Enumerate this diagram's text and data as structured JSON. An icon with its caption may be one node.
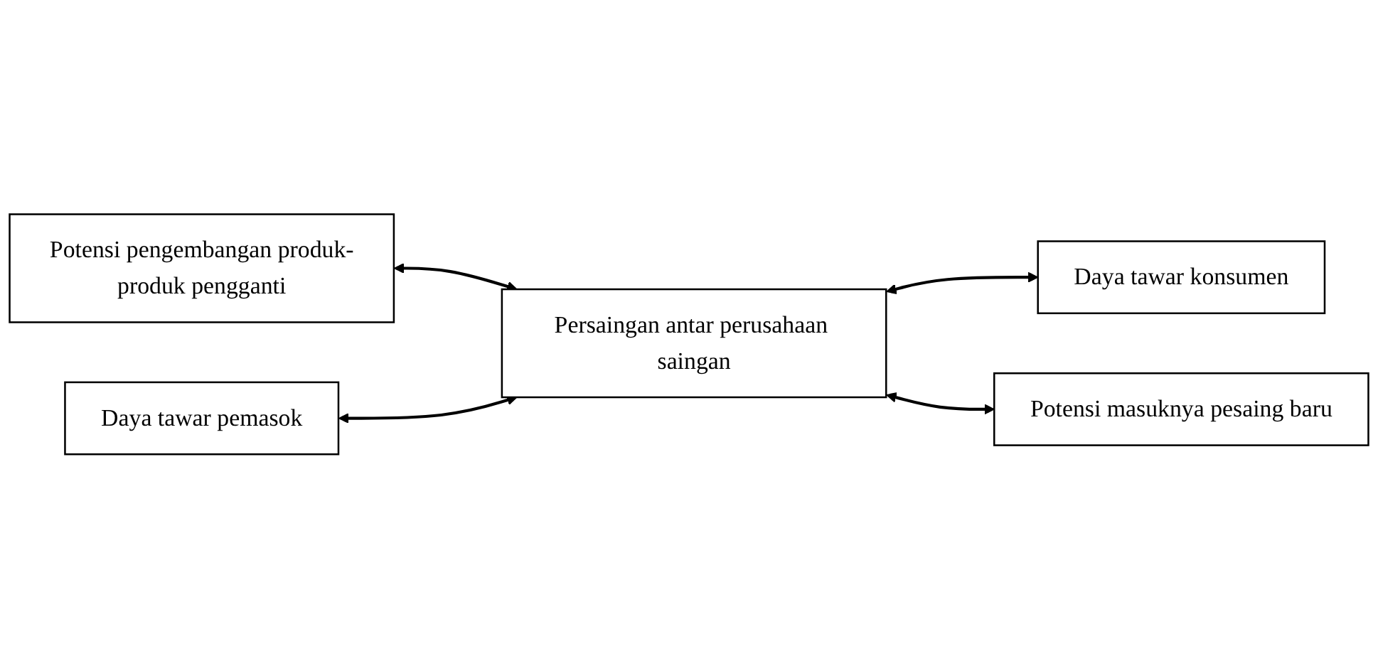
{
  "diagram": {
    "nodes": [
      {
        "text": [
          "Potensi pengembangan produk-produk pengganti"
        ]
      },
      {
        "text": [
          "Daya tawar pemasok"
        ]
      },
      {
        "text": [
          "Persaingan antar perusahaan saingan"
        ]
      },
      {
        "text": [
          "Daya tawar konsumen"
        ]
      },
      {
        "text": [
          "Potensi masuknya pesaing baru"
        ]
      }
    ],
    "edges": [
      {
        "from": 0,
        "to": 2,
        "arrow": "both"
      },
      {
        "from": 1,
        "to": 2,
        "arrow": "both"
      },
      {
        "from": 2,
        "to": 3,
        "arrow": "both"
      },
      {
        "from": 2,
        "to": 4,
        "arrow": "both"
      }
    ]
  }
}
